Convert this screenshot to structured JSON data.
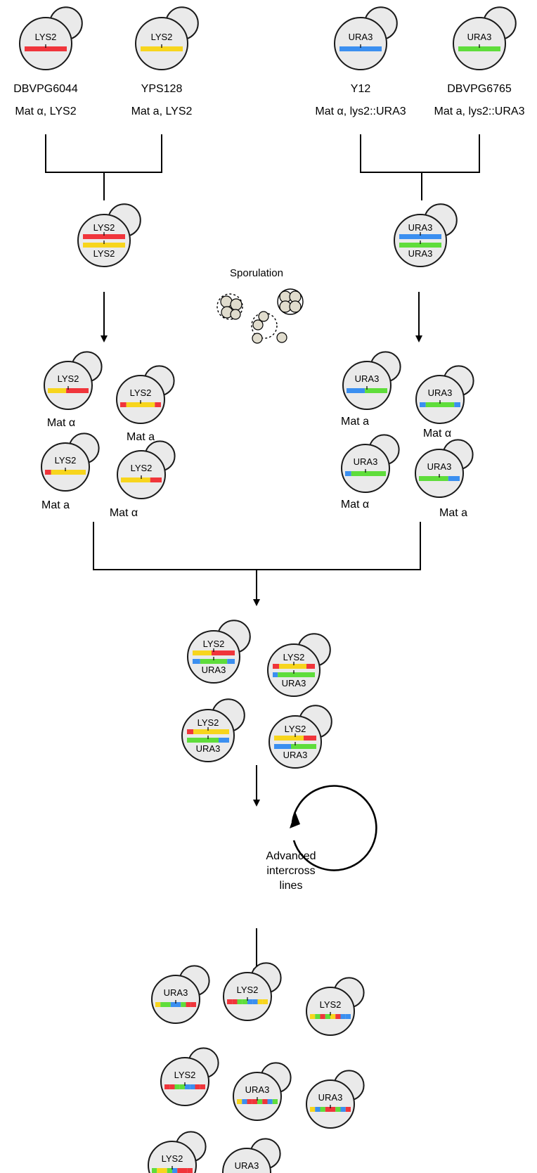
{
  "colors": {
    "red": "#f0353b",
    "yellow": "#f7d51d",
    "blue": "#3b8ff0",
    "green": "#5fdd3b",
    "cell_fill": "#eaeaea",
    "spore_fill": "#e0dccd"
  },
  "parents": [
    {
      "name": "DBVPG6044",
      "genotype": "Mat α, LYS2",
      "gene": "LYS2",
      "color": "red"
    },
    {
      "name": "YPS128",
      "genotype": "Mat a, LYS2",
      "gene": "LYS2",
      "color": "yellow"
    },
    {
      "name": "Y12",
      "genotype": "Mat α, lys2::URA3",
      "gene": "URA3",
      "color": "blue"
    },
    {
      "name": "DBVPG6765",
      "genotype": "Mat a, lys2::URA3",
      "gene": "URA3",
      "color": "green"
    }
  ],
  "diploids": [
    {
      "top_gene": "LYS2",
      "bottom_gene": "LYS2"
    },
    {
      "top_gene": "URA3",
      "bottom_gene": "URA3"
    }
  ],
  "sporulation_label": "Sporulation",
  "left_segregants": [
    {
      "gene": "LYS2",
      "mating": "Mat α"
    },
    {
      "gene": "LYS2",
      "mating": "Mat a"
    },
    {
      "gene": "LYS2",
      "mating": "Mat a"
    },
    {
      "gene": "LYS2",
      "mating": "Mat α"
    }
  ],
  "right_segregants": [
    {
      "gene": "URA3",
      "mating": "Mat a"
    },
    {
      "gene": "URA3",
      "mating": "Mat α"
    },
    {
      "gene": "URA3",
      "mating": "Mat α"
    },
    {
      "gene": "URA3",
      "mating": "Mat a"
    }
  ],
  "hybrids": [
    {
      "top_gene": "LYS2",
      "bottom_gene": "URA3"
    },
    {
      "top_gene": "LYS2",
      "bottom_gene": "URA3"
    },
    {
      "top_gene": "LYS2",
      "bottom_gene": "URA3"
    },
    {
      "top_gene": "LYS2",
      "bottom_gene": "URA3"
    }
  ],
  "cycle_label": [
    "Advanced",
    "intercross",
    "lines"
  ],
  "final_lines": [
    {
      "gene": "URA3"
    },
    {
      "gene": "LYS2"
    },
    {
      "gene": "LYS2"
    },
    {
      "gene": "LYS2"
    },
    {
      "gene": "URA3"
    },
    {
      "gene": "URA3"
    },
    {
      "gene": "LYS2"
    },
    {
      "gene": "URA3"
    }
  ]
}
